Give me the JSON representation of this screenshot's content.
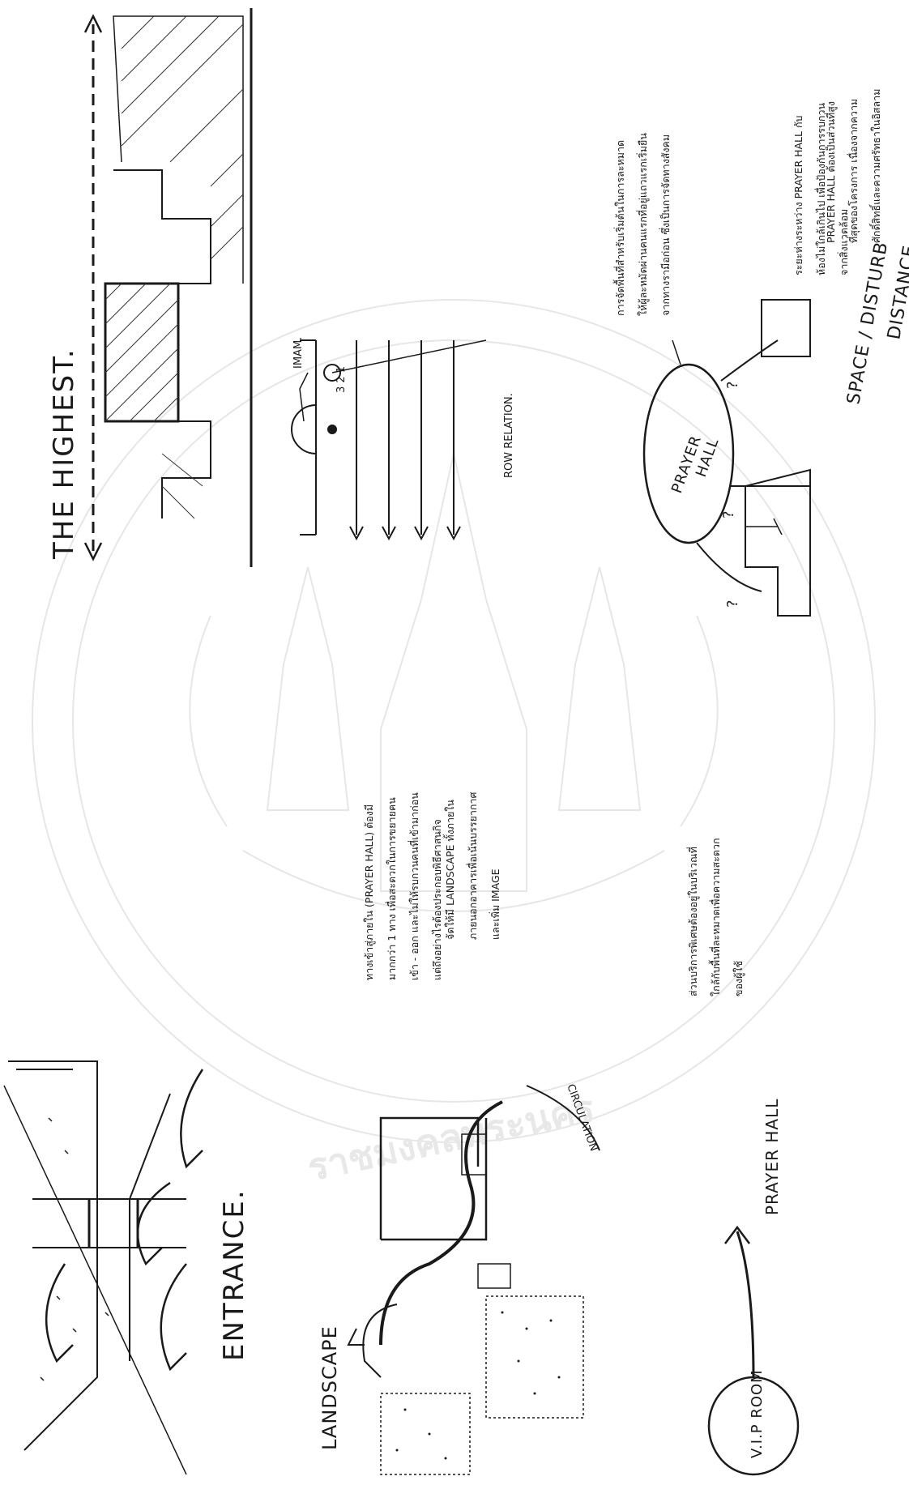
{
  "sections": {
    "entrance": {
      "title": "ENTRANCE.",
      "notes": [
        "ทางเข้าสู่ภายใน (PRAYER HALL) ต้องมี",
        "มากกว่า 1 ทาง เพื่อสะดวกในการขยายคน",
        "เข้า - ออก และไม่ให้รบกวนคนที่เข้ามาก่อน",
        "แต่ถึงอย่างไรต้องประกอบพิธีศาสนกิจ"
      ]
    },
    "highest": {
      "title": "THE HIGHEST.",
      "notes": [
        "PRAYER HALL ต้องเป็นส่วนที่สูง",
        "ที่สุดของโครงการ เนื่องจากความ",
        "ศักดิ์สิทธิ์และความศรัทธาในอิสลาม"
      ]
    },
    "landscape": {
      "title": "LANDSCAPE",
      "circulation_label": "CIRCULATION",
      "notes": [
        "จัดให้มี LANDSCAPE ทั้งภายใน",
        "ภายนอกอาคารเพื่อเน้นบรรยากาศ",
        "และเพิ่ม IMAGE"
      ]
    },
    "row_relation": {
      "label_imam": "IMAM.",
      "label_row": "ROW RELATION.",
      "numbers": "3 2 1",
      "notes": [
        "การจัดพื้นที่สำหรับเริ่มต้นในการละหมาด",
        "ให้ผู้ละหมัดผ่านคนแรกที่อยู่แถวแรกเริ่มยืน",
        "จากทางรามีอก่อน ซึ่งเป็นการจัดทางสังคม"
      ]
    },
    "vip": {
      "vip_label": "V.I.P ROOM",
      "prayer_label": "PRAYER HALL",
      "notes": [
        "ส่วนบริการพิเศษต้องอยู่ในบริเวณที่",
        "ใกล้กับพื้นที่ละหมาดเพื่อความสะดวก",
        "ของผู้ใช้"
      ]
    },
    "distance": {
      "title": "SPACE / DISTURB DISTANCE.",
      "title_line1": "SPACE / DISTURB",
      "title_line2": "DISTANCE.",
      "hall_label_1": "PRAYER",
      "hall_label_2": "HALL",
      "question": "?",
      "notes": [
        "ระยะห่างระหว่าง PRAYER HALL กับ",
        "ห้องไม่ใกล้เกินไป เพื่อป้องกันการรบกวน",
        "จากสิ่งแวดล้อม"
      ]
    }
  }
}
